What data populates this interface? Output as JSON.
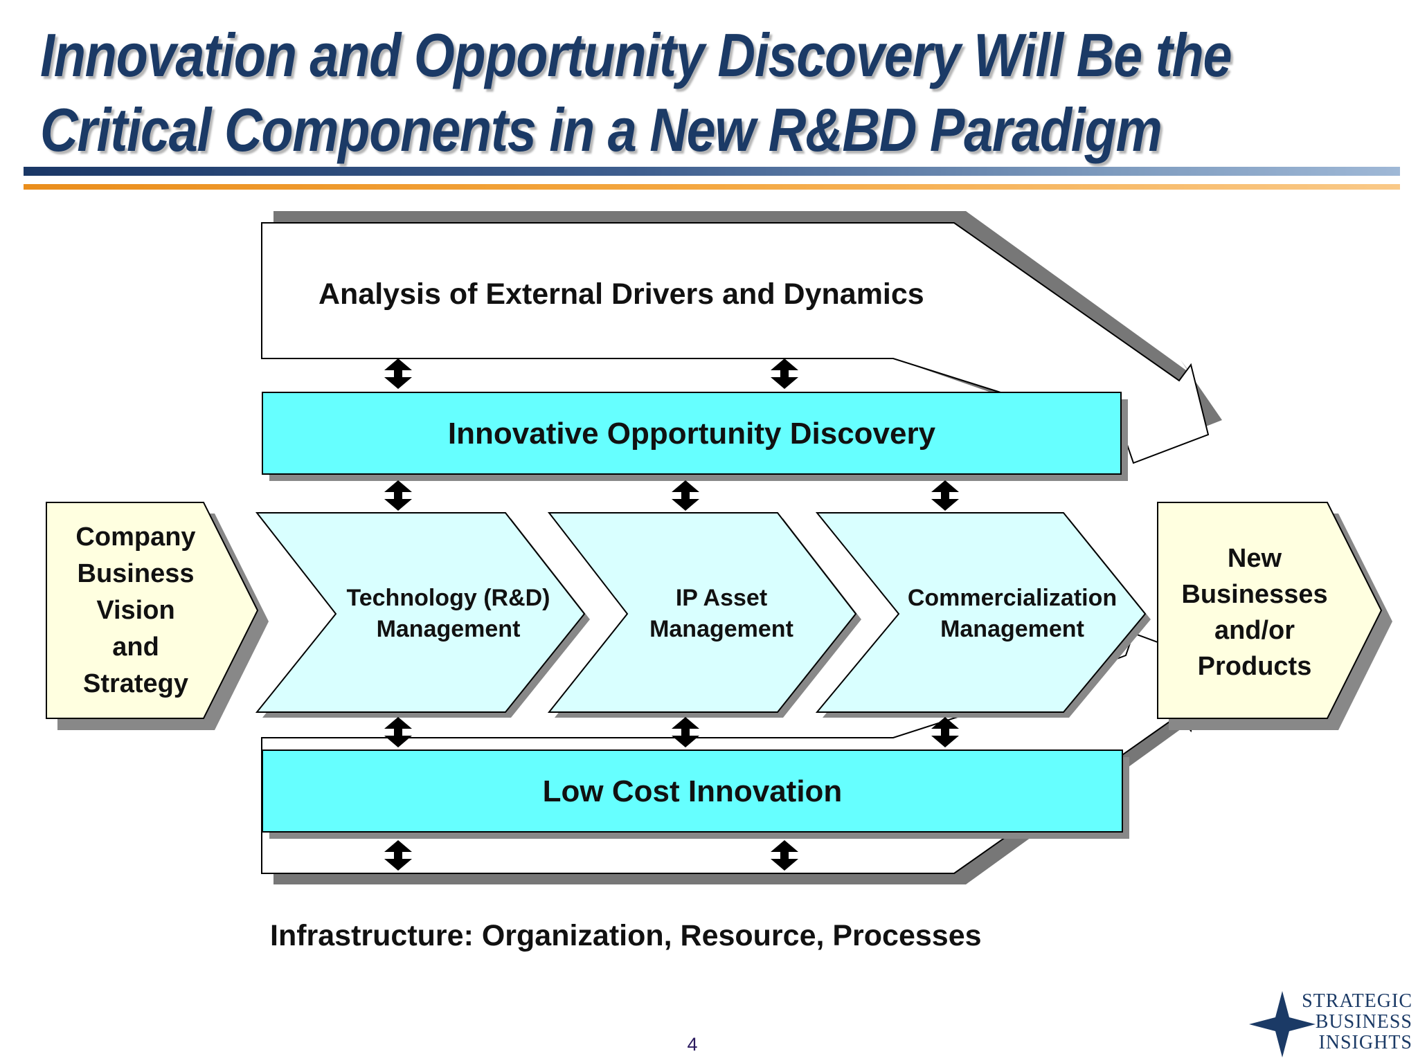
{
  "slide": {
    "title_line1": "Innovation and Opportunity Discovery Will Be the",
    "title_line2": "Critical Components in a New R&BD Paradigm",
    "page_number": "4"
  },
  "diagram": {
    "top_arrow_label": "Analysis of External Drivers and Dynamics",
    "top_bar_label": "Innovative Opportunity Discovery",
    "left_box": [
      "Company",
      "Business",
      "Vision",
      "and",
      "Strategy"
    ],
    "chevrons": [
      {
        "line1": "Technology (R&D)",
        "line2": "Management"
      },
      {
        "line1": "IP Asset",
        "line2": "Management"
      },
      {
        "line1": "Commercialization",
        "line2": "Management"
      }
    ],
    "right_box": [
      "New",
      "Businesses",
      "and/or",
      "Products"
    ],
    "bottom_bar_label": "Low Cost Innovation",
    "bottom_arrow_label": "Infrastructure: Organization, Resource, Processes"
  },
  "logo": {
    "line1": "STRATEGIC",
    "line2": "BUSINESS",
    "line3": "INSIGHTS"
  },
  "colors": {
    "title": "#1b3a66",
    "cyan_bar": "#66ffff",
    "chevron_fill": "#d9ffff",
    "side_box_fill": "#ffffe0"
  }
}
